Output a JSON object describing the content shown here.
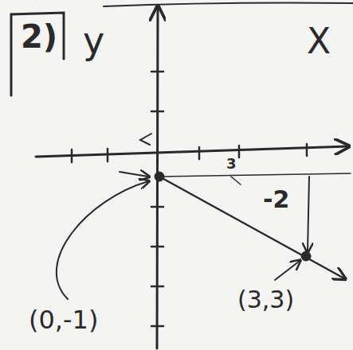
{
  "diagram": {
    "labels": [
      "2)",
      "y",
      "X",
      "3",
      "-2",
      "(0,-1)",
      "(3,3)"
    ]
  }
}
